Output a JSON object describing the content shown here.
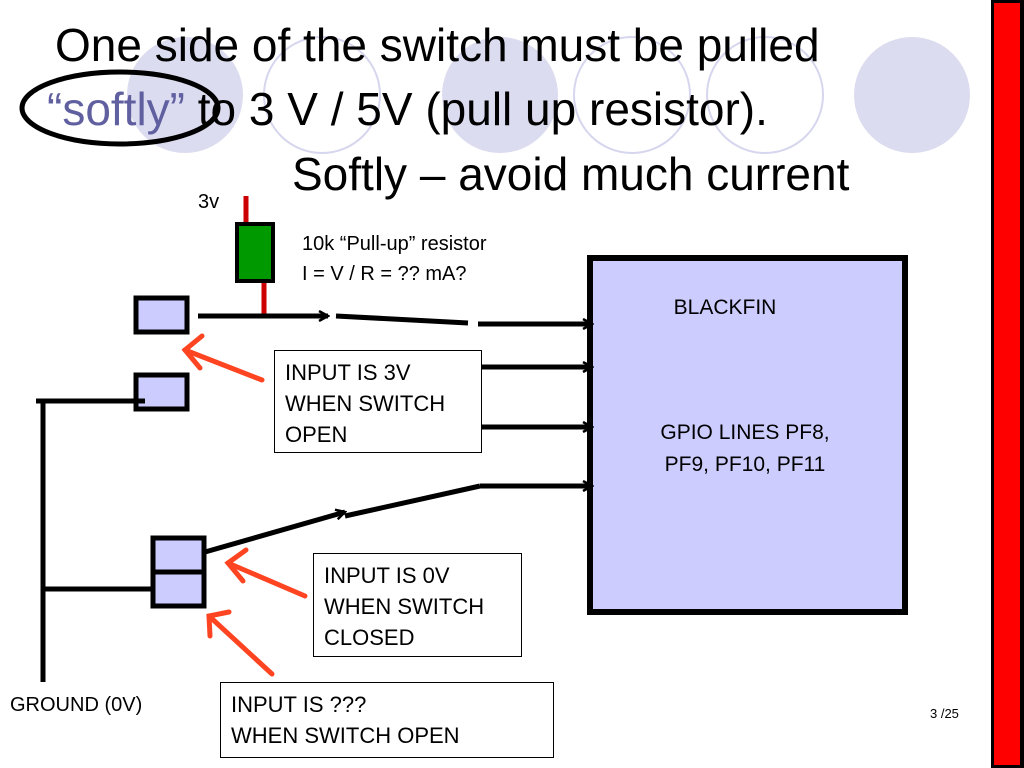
{
  "title": {
    "line1": "One side of the switch must be pulled",
    "line2_highlight": "“softly”",
    "line2_rest": " to 3 V / 5V (pull up resistor).",
    "line3": "Softly – avoid much current"
  },
  "labels": {
    "supply": "3v",
    "resistor_line1": "10k  “Pull-up” resistor",
    "resistor_line2": "I = V / R = ?? mA?",
    "ground": "GROUND (0V)"
  },
  "chip": {
    "name": "BLACKFIN",
    "gpio_line1": "GPIO LINES PF8,",
    "gpio_line2": "PF9, PF10, PF11"
  },
  "callouts": {
    "open_3v": [
      "INPUT IS 3V",
      "WHEN SWITCH",
      "OPEN"
    ],
    "closed_0v": [
      "INPUT IS 0V",
      "WHEN SWITCH",
      "CLOSED"
    ],
    "unknown": [
      "INPUT IS ???",
      "WHEN SWITCH OPEN"
    ]
  },
  "page": "3 /25",
  "colors": {
    "chip_fill": "#ccccff",
    "resistor_fill": "#009900",
    "resistor_leads": "#cc0000",
    "arrow_red": "#ff4422",
    "sidebar_red": "#ff0000",
    "circles": "#dcdcf0"
  }
}
